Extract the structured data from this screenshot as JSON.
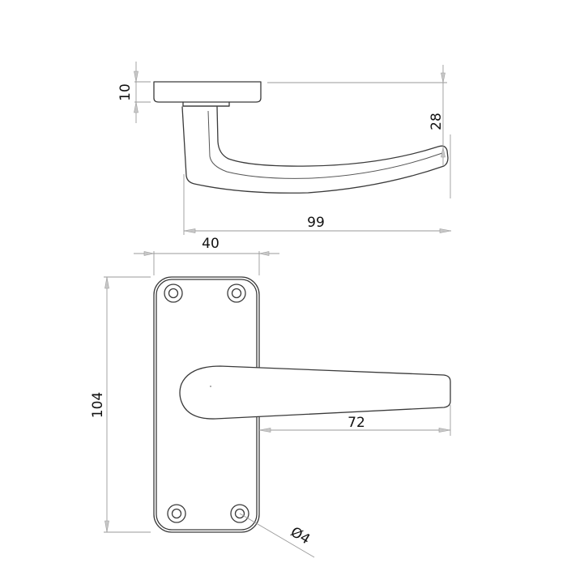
{
  "drawing": {
    "subject": "lever door handle on backplate",
    "line_color": "#3a3a3a",
    "dimension_line_color": "#9a9a9a",
    "background": "#ffffff",
    "views": [
      {
        "name": "side-view",
        "description": "rose and lever in profile"
      },
      {
        "name": "front-view",
        "description": "backplate with four screw holes and lever"
      }
    ]
  },
  "dimensions": {
    "rose_thickness": "10",
    "lever_drop": "28",
    "lever_projection": "99",
    "plate_width": "40",
    "plate_height": "104",
    "lever_length": "72",
    "screw_hole_diameter": "Ø4"
  }
}
